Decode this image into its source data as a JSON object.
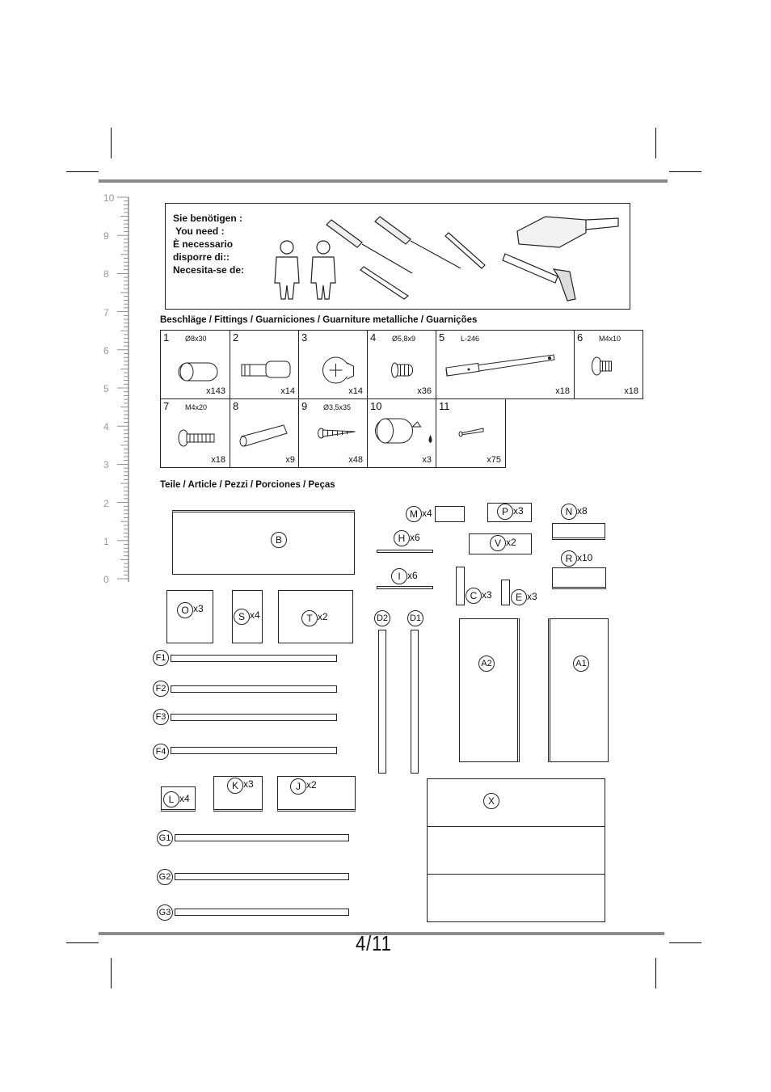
{
  "ruler": {
    "labels": [
      "10",
      "9",
      "8",
      "7",
      "6",
      "5",
      "4",
      "3",
      "2",
      "1",
      "0"
    ]
  },
  "need": {
    "lines": [
      "Sie benötigen :",
      " You need :",
      "È necessario",
      "disporre di::",
      "Necesita-se de:"
    ]
  },
  "fittings": {
    "heading": "Beschläge / Fittings / Guarniciones / Guarniture metalliche / Guarnições",
    "items": [
      {
        "num": "1",
        "spec": "Ø8x30",
        "qty": "x143"
      },
      {
        "num": "2",
        "spec": "",
        "qty": "x14"
      },
      {
        "num": "3",
        "spec": "",
        "qty": "x14"
      },
      {
        "num": "4",
        "spec": "Ø5,8x9",
        "qty": "x36"
      },
      {
        "num": "5",
        "spec": "L-246",
        "qty": "x18"
      },
      {
        "num": "6",
        "spec": "M4x10",
        "qty": "x18"
      },
      {
        "num": "7",
        "spec": "M4x20",
        "qty": "x18"
      },
      {
        "num": "8",
        "spec": "",
        "qty": "x9"
      },
      {
        "num": "9",
        "spec": "Ø3,5x35",
        "qty": "x48"
      },
      {
        "num": "10",
        "spec": "",
        "qty": "x3"
      },
      {
        "num": "11",
        "spec": "",
        "qty": "x75"
      }
    ]
  },
  "parts": {
    "heading": "Teile / Article / Pezzi / Porciones / Peças",
    "B": "B",
    "O": "O",
    "O_cnt": "x3",
    "S": "S",
    "S_cnt": "x4",
    "T": "T",
    "T_cnt": "x2",
    "F1": "F1",
    "F2": "F2",
    "F3": "F3",
    "F4": "F4",
    "L": "L",
    "L_cnt": "x4",
    "K": "K",
    "K_cnt": "x3",
    "J": "J",
    "J_cnt": "x2",
    "G1": "G1",
    "G2": "G2",
    "G3": "G3",
    "M": "M",
    "M_cnt": "x4",
    "P": "P",
    "P_cnt": "x3",
    "N": "N",
    "N_cnt": "x8",
    "H": "H",
    "H_cnt": "x6",
    "V": "V",
    "V_cnt": "x2",
    "R": "R",
    "R_cnt": "x10",
    "I": "I",
    "I_cnt": "x6",
    "C": "C",
    "C_cnt": "x3",
    "E": "E",
    "E_cnt": "x3",
    "D2": "D2",
    "D1": "D1",
    "A2": "A2",
    "A1": "A1",
    "X": "X"
  },
  "footer": {
    "page": "4/11"
  }
}
